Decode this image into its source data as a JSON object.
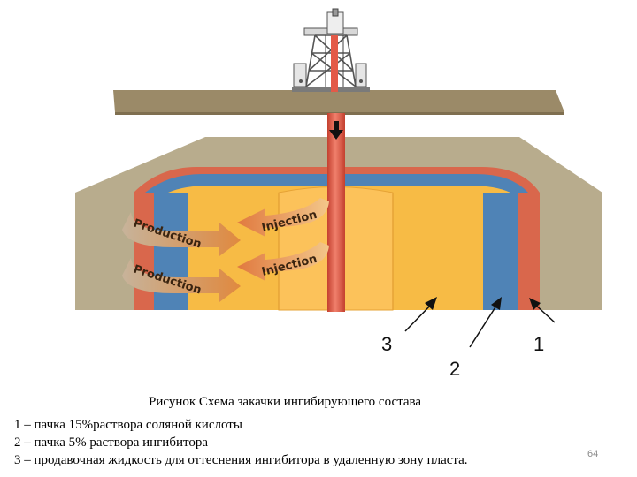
{
  "diagram": {
    "flow_labels": {
      "production": "Production",
      "injection": "Injection"
    },
    "zone_labels": [
      "1",
      "2",
      "3"
    ],
    "colors": {
      "ground": "#9b8a68",
      "rock": "#b8ac8d",
      "acid_zone": "#d9674c",
      "inhibitor_zone": "#4f83b6",
      "displacement_zone": "#f7bb45",
      "well_pipe": "#e35a48",
      "arrow": "#d9955a"
    }
  },
  "caption": {
    "title": "Рисунок Схема закачки ингибирующего состава",
    "legend": [
      "1 – пачка 15%раствора соляной кислоты",
      "2 – пачка 5% раствора ингибитора",
      "3 – продавочная жидкость для оттеснения ингибитора в удаленную зону пласта."
    ]
  },
  "page_number": "64"
}
